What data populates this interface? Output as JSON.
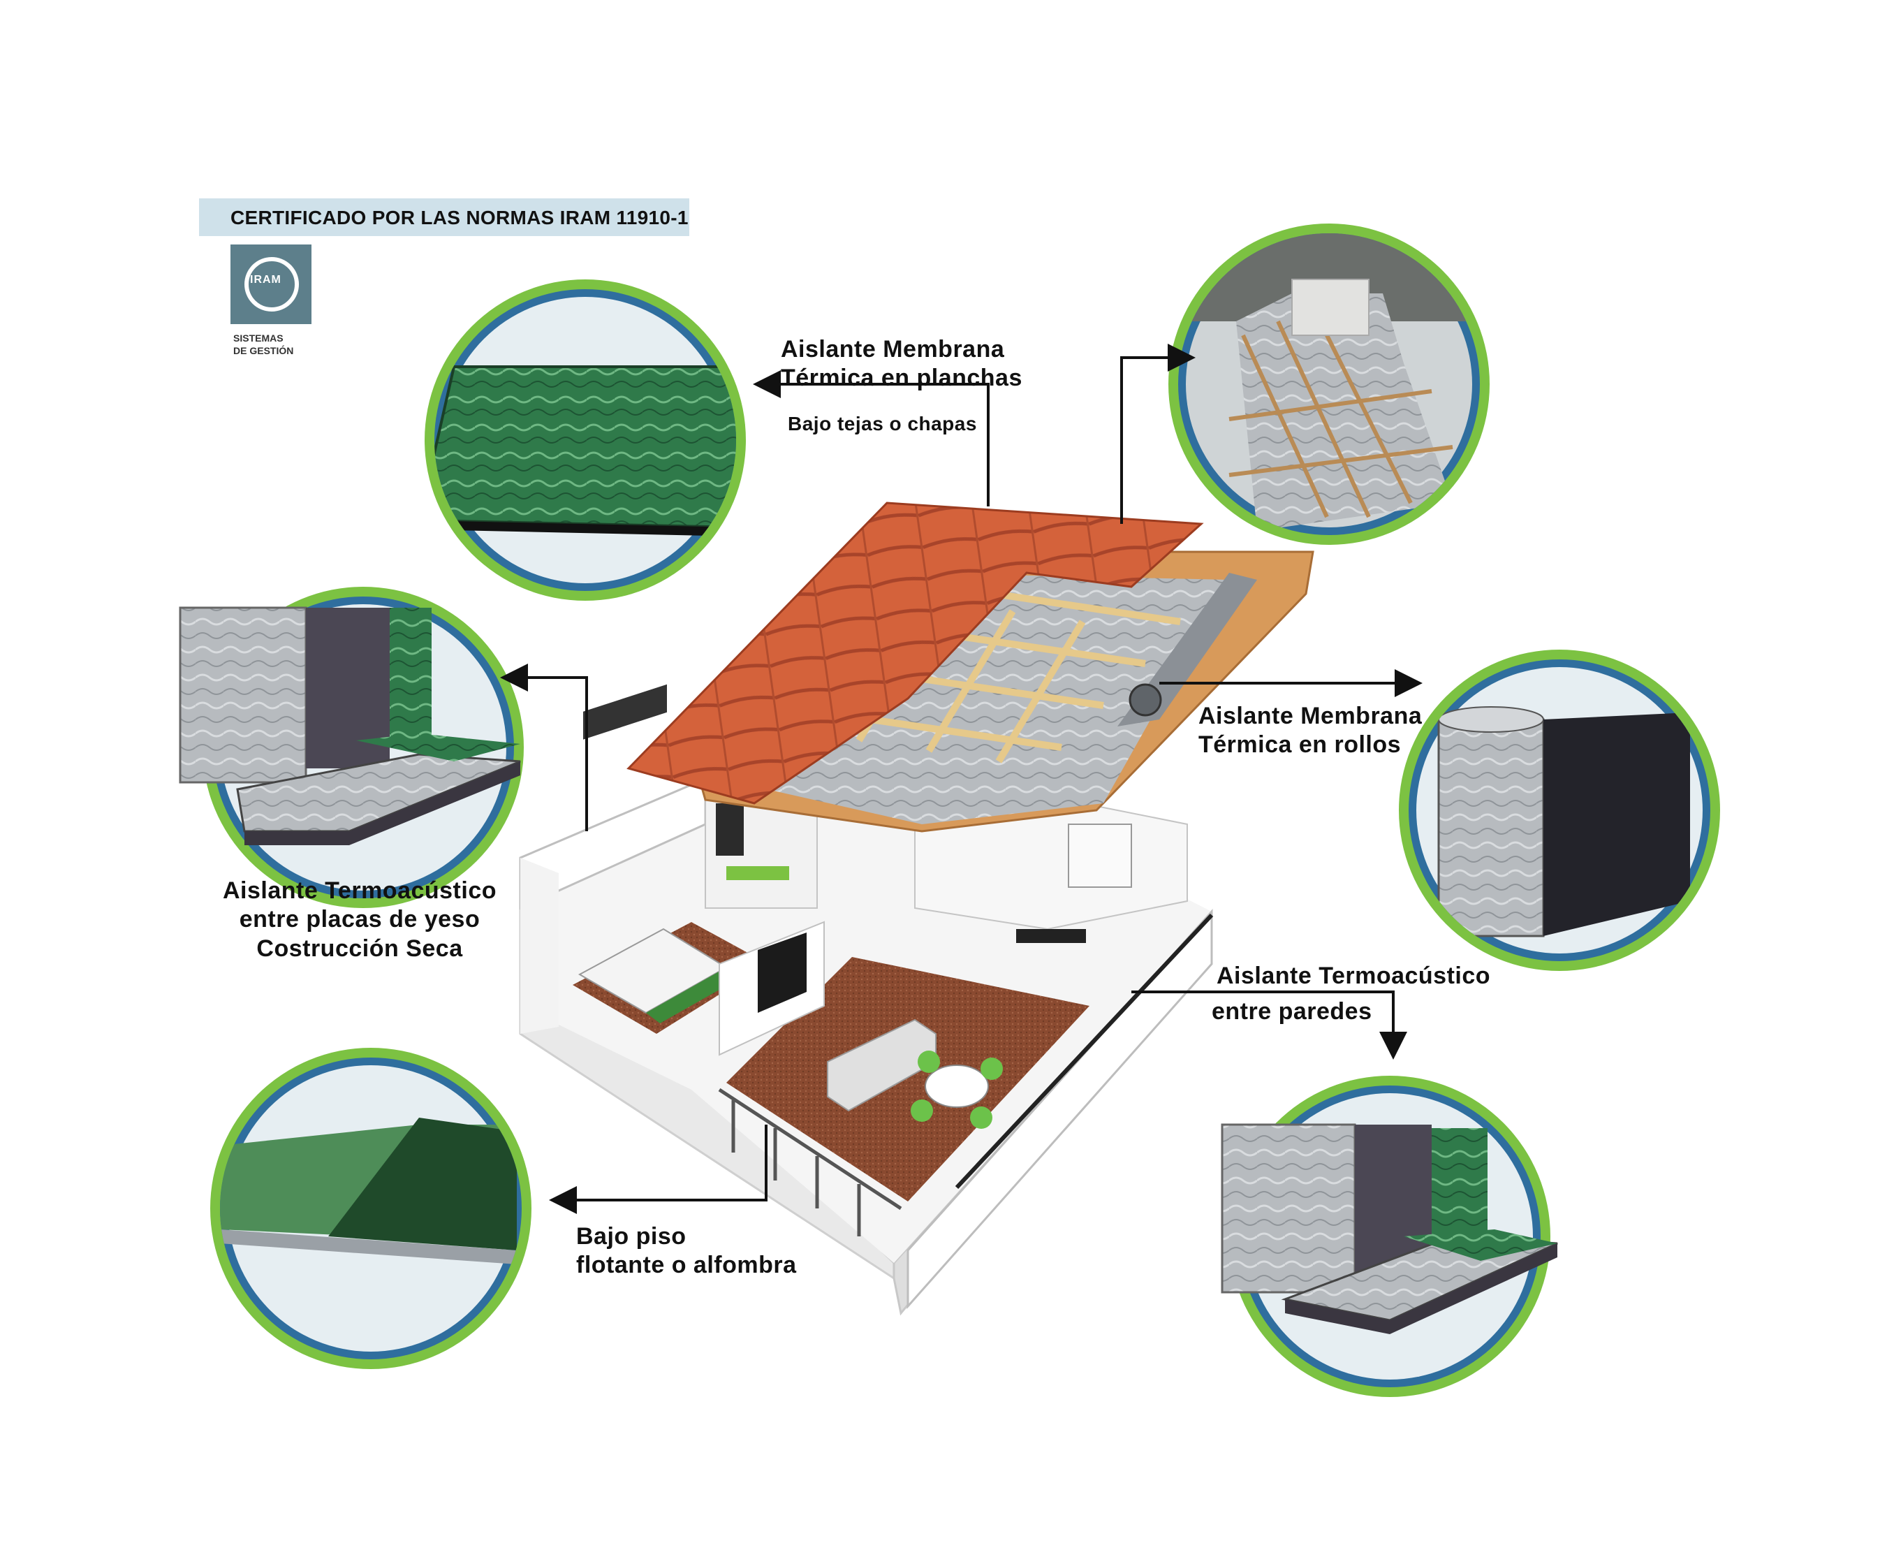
{
  "certification": {
    "banner": "CERTIFICADO POR LAS NORMAS IRAM 11910-1",
    "logo_text": "IRAM",
    "logo_sub_1": "SISTEMAS",
    "logo_sub_2": "DE GESTIÓN"
  },
  "labels": {
    "planchas_line1": "Aislante Membrana",
    "planchas_line2": "Térmica en planchas",
    "planchas_sub": "Bajo tejas o chapas",
    "rollos_line1": "Aislante Membrana",
    "rollos_line2": "Térmica en rollos",
    "seca_line1": "Aislante Termoacústico",
    "seca_line2": "entre placas de yeso",
    "seca_line3": "Costrucción Seca",
    "paredes_line1": "Aislante Termoacústico",
    "paredes_line2": "entre paredes",
    "piso_line1": "Bajo piso",
    "piso_line2": "flotante o alfombra"
  },
  "colors": {
    "ring_green": "#7cc242",
    "ring_blue": "#2f6e9e",
    "circle_bg": "#e6eef2",
    "tile": "#d4623b",
    "foil": "#b8bcc0",
    "membrane_green": "#2f7a4a",
    "wood": "#d89a5a",
    "floor": "#8a4a30",
    "wall": "#f2f2f2"
  }
}
